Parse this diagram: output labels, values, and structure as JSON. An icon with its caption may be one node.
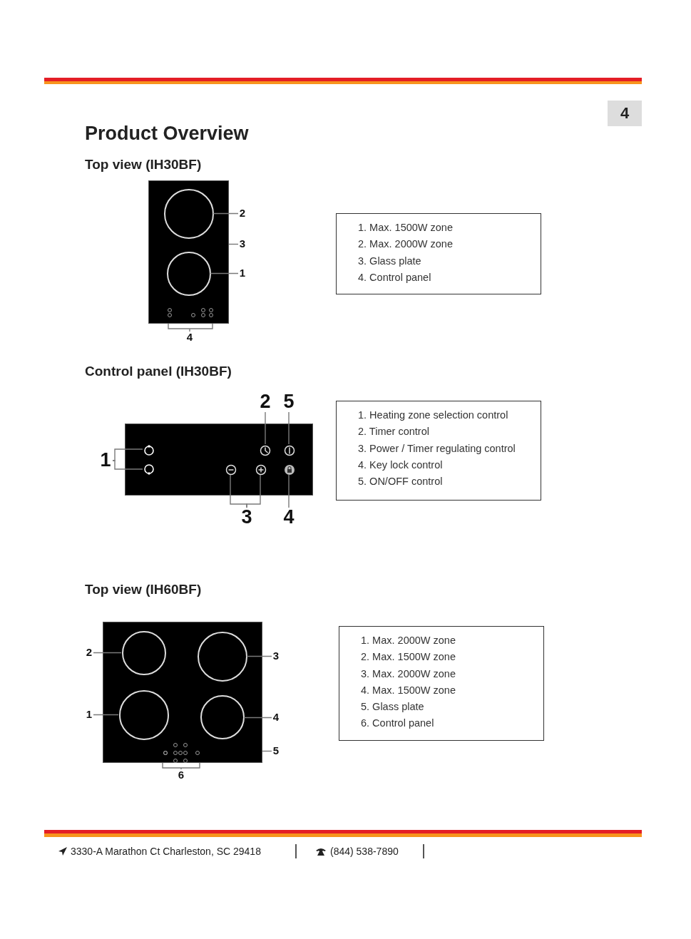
{
  "diagram": {
    "title": "Product Overview",
    "nodes": [
      {
        "text": [],
        "shape": "box"
      },
      {
        "text": [],
        "shape": "circle",
        "in": 0
      },
      {
        "text": [],
        "shape": "circle",
        "in": 0
      },
      {
        "text": [
          "2"
        ]
      },
      {
        "text": [
          "3"
        ]
      },
      {
        "text": [
          "1"
        ]
      },
      {
        "text": [
          "4"
        ]
      },
      {
        "text": [
          "1. Max. 1500W zone",
          "2. Max. 2000W zone",
          "3. Glass plate",
          "4. Control panel"
        ]
      },
      {
        "text": [],
        "shape": "box"
      },
      {
        "text": [],
        "shape": "circle",
        "in": 8
      },
      {
        "text": [],
        "shape": "circle",
        "in": 8
      },
      {
        "text": [],
        "shape": "circle",
        "in": 8
      },
      {
        "text": [],
        "shape": "circle",
        "in": 8
      },
      {
        "text": [],
        "shape": "circle",
        "in": 8
      },
      {
        "text": [],
        "shape": "circle",
        "in": 8
      },
      {
        "text": [],
        "shape": "circle",
        "in": 8
      },
      {
        "text": [
          "1"
        ]
      },
      {
        "text": [
          "2"
        ]
      },
      {
        "text": [
          "5"
        ]
      },
      {
        "text": [
          "3"
        ]
      },
      {
        "text": [
          "4"
        ]
      },
      {
        "text": [
          "1. Heating zone selection control",
          "2. Timer control",
          "3. Power / Timer regulating control",
          "4. Key lock control",
          "5. ON/OFF control"
        ]
      },
      {
        "text": [],
        "shape": "box"
      },
      {
        "text": [],
        "shape": "circle",
        "in": 22
      },
      {
        "text": [],
        "shape": "circle",
        "in": 22
      },
      {
        "text": [],
        "shape": "circle",
        "in": 22
      },
      {
        "text": [],
        "shape": "circle",
        "in": 22
      },
      {
        "text": [
          "2"
        ]
      },
      {
        "text": [
          "3"
        ]
      },
      {
        "text": [
          "1"
        ]
      },
      {
        "text": [
          "4"
        ]
      },
      {
        "text": [
          "5"
        ]
      },
      {
        "text": [
          "6"
        ]
      },
      {
        "text": [
          "1. Max. 2000W zone",
          "2. Max. 1500W zone",
          "3. Max. 2000W zone",
          "4. Max. 1500W zone",
          "5. Glass plate",
          "6. Control panel"
        ]
      }
    ],
    "edges": [
      {
        "from": 3,
        "to": 1,
        "arrow": "none"
      },
      {
        "from": 4,
        "to": 0,
        "arrow": "none"
      },
      {
        "from": 5,
        "to": 2,
        "arrow": "none"
      },
      {
        "from": 6,
        "to": 0,
        "arrow": "none"
      },
      {
        "from": 16,
        "to": 9,
        "arrow": "none"
      },
      {
        "from": 16,
        "to": 10,
        "arrow": "none"
      },
      {
        "from": 17,
        "to": 11,
        "arrow": "none"
      },
      {
        "from": 18,
        "to": 12,
        "arrow": "none"
      },
      {
        "from": 19,
        "to": 13,
        "arrow": "none"
      },
      {
        "from": 19,
        "to": 14,
        "arrow": "none"
      },
      {
        "from": 20,
        "to": 15,
        "arrow": "none"
      },
      {
        "from": 27,
        "to": 23,
        "arrow": "none"
      },
      {
        "from": 28,
        "to": 24,
        "arrow": "none"
      },
      {
        "from": 29,
        "to": 25,
        "arrow": "none"
      },
      {
        "from": 30,
        "to": 26,
        "arrow": "none"
      },
      {
        "from": 31,
        "to": 22,
        "arrow": "none"
      },
      {
        "from": 32,
        "to": 22,
        "arrow": "none"
      }
    ],
    "labels": [
      "4",
      "Top view (IH30BF)",
      "Control panel (IH30BF)",
      "Top view (IH60BF)",
      "3330-A Marathon Ct Charleston, SC 29418",
      "(844) 538-7890"
    ]
  }
}
